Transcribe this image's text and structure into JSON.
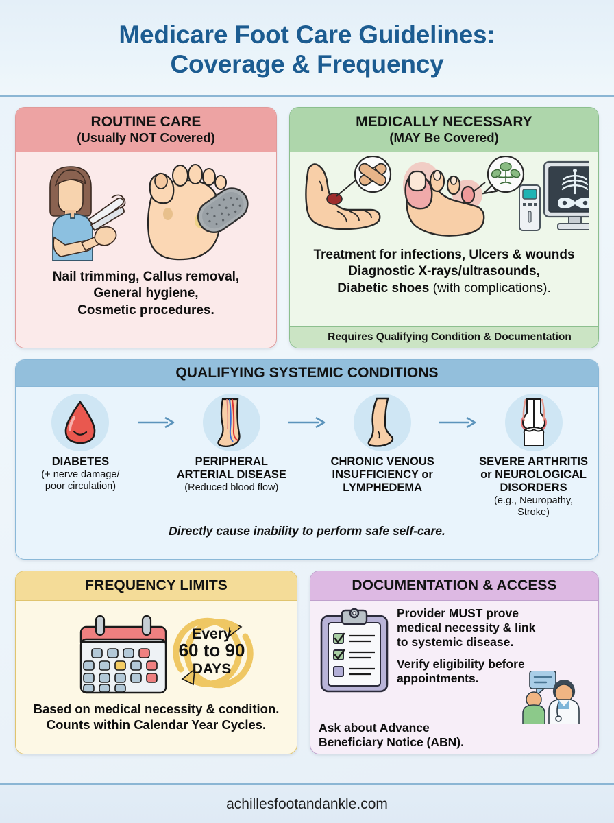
{
  "header": {
    "title_line1": "Medicare Foot Care Guidelines:",
    "title_line2": "Coverage & Frequency",
    "accent_color": "#1c5c91"
  },
  "panels": {
    "routine": {
      "title": "ROUTINE CARE",
      "subtitle": "(Usually NOT Covered)",
      "body_line1": "Nail trimming, Callus removal,",
      "body_line2": "General hygiene,",
      "body_line3": "Cosmetic procedures.",
      "header_color": "#eda3a3",
      "body_color": "#fbeaea",
      "icons": [
        "woman-clipping-nails-icon",
        "foot-with-pumice-stone-icon"
      ]
    },
    "medical": {
      "title": "MEDICALLY NECESSARY",
      "subtitle": "(MAY Be Covered)",
      "body_line1": "Treatment for infections, Ulcers & wounds",
      "body_line2": "Diagnostic X-rays/ultrasounds,",
      "body_line3_bold": "Diabetic shoes",
      "body_line3_reg": " (with complications).",
      "banner": "Requires Qualifying Condition & Documentation",
      "header_color": "#aed6ab",
      "body_color": "#eef7ea",
      "banner_color": "#cbe4c4",
      "icons": [
        "foot-ulcer-bandage-icon",
        "infected-toes-fungus-icon",
        "xray-monitor-icon"
      ]
    },
    "conditions": {
      "title": "QUALIFYING SYSTEMIC CONDITIONS",
      "header_color": "#93bfdc",
      "body_color": "#e9f4fc",
      "footnote": "Directly cause inability to perform safe self-care.",
      "items": [
        {
          "name_line1": "DIABETES",
          "sub_line1": "(+ nerve damage/",
          "sub_line2": "poor circulation)",
          "icon": "blood-drop-icon"
        },
        {
          "name_line1": "PERIPHERAL",
          "name_line2": "ARTERIAL DISEASE",
          "sub_line1": "(Reduced blood flow)",
          "icon": "leg-arteries-icon"
        },
        {
          "name_line1": "CHRONIC VENOUS",
          "name_line2": "INSUFFICIENCY or",
          "name_line3": "LYMPHEDEMA",
          "icon": "swollen-leg-icon"
        },
        {
          "name_line1": "SEVERE ARTHRITIS",
          "name_line2": "or NEUROLOGICAL",
          "name_line3": "DISORDERS",
          "sub_line1": "(e.g., Neuropathy, Stroke)",
          "icon": "inflamed-joint-icon"
        }
      ]
    },
    "frequency": {
      "title": "FREQUENCY LIMITS",
      "cycle_line1": "Every",
      "cycle_line2": "60 to 90",
      "cycle_line3": "DAYS",
      "body_line1": "Based on medical necessity & condition.",
      "body_line2": "Counts within Calendar Year Cycles.",
      "header_color": "#f4dc98",
      "body_color": "#fdf8e5",
      "icons": [
        "calendar-icon",
        "refresh-cycle-icon"
      ]
    },
    "documentation": {
      "title": "DOCUMENTATION & ACCESS",
      "para1_line1": "Provider MUST prove",
      "para1_line2": "medical necessity & link",
      "para1_line3": "to systemic disease.",
      "para2_line1": "Verify eligibility before",
      "para2_line2": "appointments.",
      "para3_line1": "Ask about Advance",
      "para3_line2": "Beneficiary Notice (ABN).",
      "header_color": "#ddb9e3",
      "body_color": "#f7eef8",
      "icons": [
        "clipboard-checklist-icon",
        "doctor-patient-icon"
      ]
    }
  },
  "footer": {
    "website": "achillesfootandankle.com"
  }
}
